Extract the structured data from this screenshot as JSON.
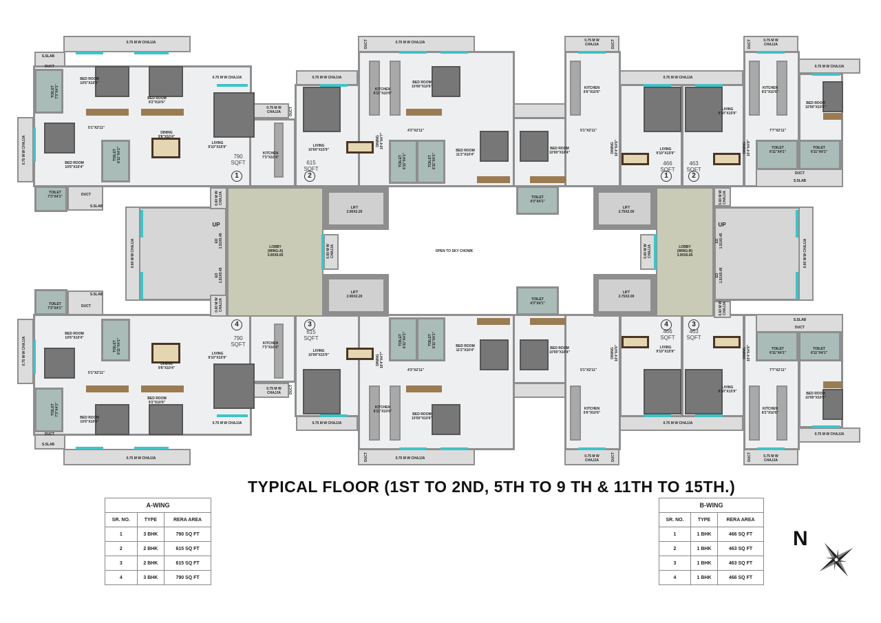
{
  "plan": {
    "top_labels": [
      "0.75 M W CHAJJA",
      "S.SLAB",
      "DUCT",
      "BED ROOM\n10'6\"X10'6\"",
      "BED ROOM\n9'2\"X10'6\"",
      "TOILET\n7'3\"X4'1\"",
      "0.75 M W CHAJJA",
      "0.75 M W\nCHAJJA",
      "DUCT",
      "5'1\"X2'11\"",
      "DINING\n9'8\"X10'4\"",
      "LIVING\n9'10\"X15'9\"",
      "790\nSQFT",
      "1",
      "KITCHEN\n7'3\"X10'4\"",
      "BED ROOM\n10'6\"X10'4\"",
      "TOILET\n6'11\"X4'1\"",
      "0.75 M W CHAJJA",
      "TOILET\n7'3\"X4'1\"",
      "DUCT",
      "S.SLAB",
      "0.75 M W CHAJJA",
      "DUCT",
      "0.75 M W CHAJJA",
      "KITCHEN\n6'11\"X10'6\"",
      "BED ROOM\n10'00\"X10'6\"",
      "LIVING\n10'00\"X15'9\"",
      "615\nSQFT",
      "2",
      "DINING\n10'4\"X4'7\"",
      "4'3\"X2'11\"",
      "TOILET\n6'11\"X4'1\"",
      "TOILET\n6'11\"X4'1\"",
      "BED ROOM\n11'2\"X10'4\"",
      "BED ROOM\n10'00\"X10'4\"",
      "TOILET\n4'3\"X4'1\"",
      "0.75 M W\nCHAJJA",
      "DUCT",
      "KITCHEN\n6'6\"X10'6\"",
      "0.75 M W CHAJJA",
      "5'1\"X2'11\"",
      "DINING\n10'4\"X4'6\"",
      "LIVING\n9'10\"X15'9\"",
      "466\nSQFT",
      "1",
      "463\nSQFT",
      "2",
      "LIVING\n9'10\"X15'9\"",
      "DINING\n10'4\"X4'8\"",
      "DUCT",
      "0.75 M W\nCHAJJA",
      "0.75 M W CHAJJA",
      "KITCHEN\n8'2\"X10'6\"",
      "BED ROOM\n10'00\"X10'4\"",
      "7'7\"X2'11\"",
      "TOILET\n6'11\"X4'1\"",
      "TOILET\n6'11\"X4'1\"",
      "DUCT",
      "S.SLAB"
    ],
    "bottom_unit_numbers": [
      "4",
      "3",
      "4",
      "3"
    ],
    "core_labels": [
      "LOBBY\n(WING-A)\n3.00X6.65",
      "LIFT\n2.90X2.20",
      "LIFT\n2.90X2.20",
      "OPEN TO SKY CHOWK",
      "LIFT\n2.75X2.00",
      "LIFT\n2.75X2.00",
      "LOBBY\n(WING-B)\n3.00X6.65",
      "UP",
      "UP",
      "0.60 M W CHAJJA",
      "0.60 M W CHAJJA",
      "0.60 M W\nCHAJJA",
      "0.60 M W\nCHAJJA",
      "0.60 M W\nCHAJJA",
      "0.60 M W\nCHAJJA",
      "0.60 M W\nCHAJJA",
      "0.60 M W\nCHAJJA",
      "ED\n1.51X0.45",
      "ED\n1.51X0.45",
      "ED\n1.51X0.45",
      "ED\n1.51X0.45"
    ]
  },
  "title": "TYPICAL FLOOR (1ST TO 2ND, 5TH TO 9 TH & 11TH TO 15TH.)",
  "tables": {
    "a_wing": {
      "title": "A-WING",
      "headers": [
        "SR. NO.",
        "TYPE",
        "RERA AREA"
      ],
      "rows": [
        [
          "1",
          "3 BHK",
          "790 SQ FT"
        ],
        [
          "2",
          "2 BHK",
          "615 SQ FT"
        ],
        [
          "3",
          "2 BHK",
          "615 SQ FT"
        ],
        [
          "4",
          "3 BHK",
          "790 SQ FT"
        ]
      ]
    },
    "b_wing": {
      "title": "B-WING",
      "headers": [
        "SR. NO.",
        "TYPE",
        "RERA AREA"
      ],
      "rows": [
        [
          "1",
          "1 BHK",
          "466 SQ FT"
        ],
        [
          "2",
          "1 BHK",
          "463 SQ FT"
        ],
        [
          "3",
          "1 BHK",
          "463 SQ FT"
        ],
        [
          "4",
          "1 BHK",
          "466 SQ FT"
        ]
      ]
    }
  },
  "compass": {
    "label": "N",
    "icon": "compass-rose-icon"
  },
  "colors": {
    "wall": "#8e8e8e",
    "window": "#3ec3c8",
    "lobby": "#c9cbb6",
    "toilet": "#a9bcb8"
  }
}
